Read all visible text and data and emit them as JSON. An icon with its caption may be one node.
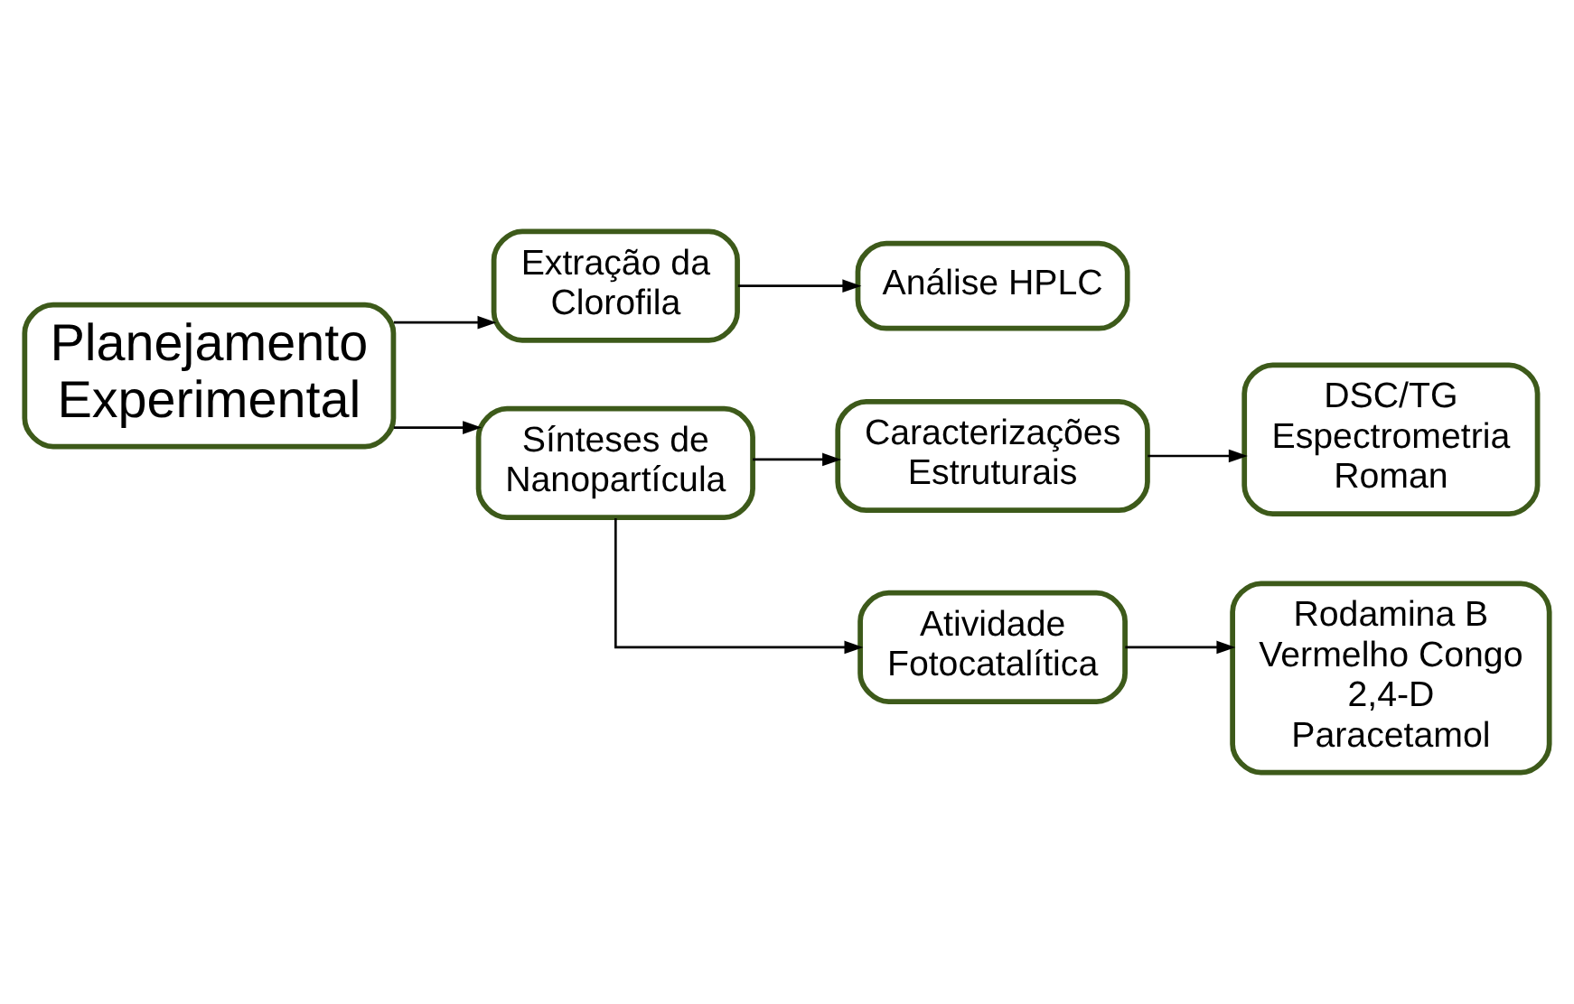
{
  "diagram": {
    "nodes": [
      {
        "text": [
          "Planejamento Experimental"
        ]
      },
      {
        "text": [
          "Extração da Clorofila"
        ]
      },
      {
        "text": [
          "Análise HPLC"
        ]
      },
      {
        "text": [
          "Sínteses de Nanopartícula"
        ]
      },
      {
        "text": [
          "Caracterizações Estruturais"
        ]
      },
      {
        "text": [
          "DSC/TG",
          "Espectrometria Roman"
        ]
      },
      {
        "text": [
          "Atividade Fotocatalítica"
        ]
      },
      {
        "text": [
          "Rodamina B",
          "Vermelho Congo",
          "2,4-D",
          "Paracetamol"
        ]
      }
    ],
    "edges": [
      {
        "from": 0,
        "to": 1,
        "arrow": "to"
      },
      {
        "from": 1,
        "to": 2,
        "arrow": "to"
      },
      {
        "from": 0,
        "to": 3,
        "arrow": "to"
      },
      {
        "from": 3,
        "to": 4,
        "arrow": "to"
      },
      {
        "from": 4,
        "to": 5,
        "arrow": "to"
      },
      {
        "from": 3,
        "to": 6,
        "arrow": "to"
      },
      {
        "from": 6,
        "to": 7,
        "arrow": "to"
      }
    ]
  }
}
